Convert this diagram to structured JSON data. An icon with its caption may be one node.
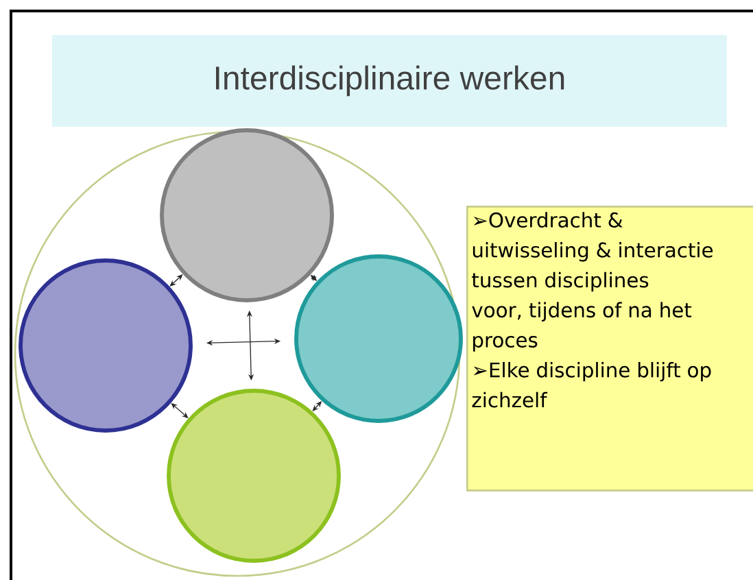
{
  "diagram": {
    "title": "Interdisciplinaire werken",
    "nodes": [
      {
        "text": [],
        "shape": "circle"
      },
      {
        "text": [],
        "shape": "circle",
        "in": 0
      },
      {
        "text": [],
        "shape": "circle",
        "in": 0
      },
      {
        "text": [],
        "shape": "circle",
        "in": 0
      },
      {
        "text": [],
        "shape": "circle",
        "in": 0
      },
      {
        "text": [
          "➢Overdracht & uitwisseling & interactie tussen disciplines",
          "voor, tijdens of na het proces",
          "➢Elke discipline blijft op zichzelf"
        ]
      }
    ],
    "edges": [
      {
        "from": 1,
        "to": 2,
        "arrow": "both"
      },
      {
        "from": 1,
        "to": 3,
        "arrow": "both"
      },
      {
        "from": 2,
        "to": 4,
        "arrow": "both"
      },
      {
        "from": 3,
        "to": 4,
        "arrow": "both"
      },
      {
        "from": 1,
        "to": 4,
        "arrow": "both"
      },
      {
        "from": 2,
        "to": 3,
        "arrow": "both"
      }
    ]
  }
}
